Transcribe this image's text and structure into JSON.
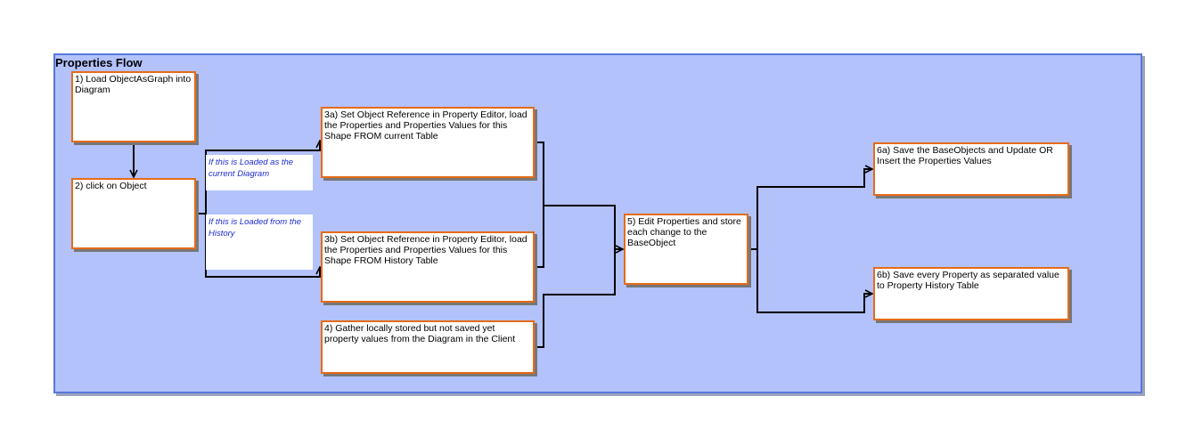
{
  "diagram": {
    "title": "Properties Flow",
    "steps": {
      "s1": "1) Load ObjectAsGraph into Diagram",
      "s2": "2) click on Object",
      "s3a": "3a) Set Object Reference in Property Editor, load the Properties and Properties Values for this Shape FROM current Table",
      "s3b": "3b) Set Object Reference in Property Editor, load the Properties and Properties Values for this Shape FROM History Table",
      "s4": "4) Gather locally stored but not saved yet property values from the Diagram in the Client",
      "s5": "5) Edit Properties and store each change to the BaseObject",
      "s6a": "6a) Save the BaseObjects and Update OR Insert the Properties Values",
      "s6b": "6b) Save every Property as separated value to Property History Table"
    },
    "conditions": {
      "current": "If this is Loaded as the current Diagram",
      "history": "If this is Loaded from the History"
    },
    "colors": {
      "background": "#b3c2fb",
      "border": "#5877dc",
      "box_border": "#e66b1a",
      "condition_text": "#1d2bd2"
    }
  }
}
